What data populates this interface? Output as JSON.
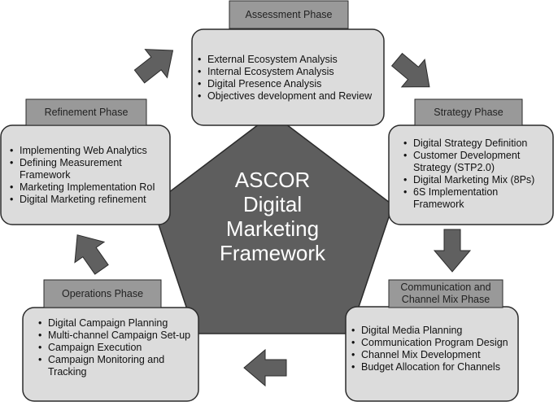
{
  "center": {
    "lines": [
      "ASCOR",
      "Digital",
      "Marketing",
      "Framework"
    ]
  },
  "phases": [
    {
      "label": "Assessment Phase",
      "items": [
        "External Ecosystem Analysis",
        "Internal Ecosystem Analysis",
        "Digital Presence Analysis",
        "Objectives development and Review"
      ]
    },
    {
      "label": "Strategy Phase",
      "items": [
        "Digital Strategy Definition",
        "Customer Development Strategy (STP2.0)",
        "Digital Marketing Mix (8Ps)",
        "6S Implementation Framework"
      ]
    },
    {
      "label": "Communication and Channel Mix Phase",
      "items": [
        "Digital Media Planning",
        "Communication Program Design",
        "Channel Mix Development",
        "Budget Allocation for Channels"
      ]
    },
    {
      "label": "Operations Phase",
      "items": [
        "Digital Campaign Planning",
        "Multi-channel Campaign Set-up",
        "Campaign Execution",
        "Campaign Monitoring and Tracking"
      ]
    },
    {
      "label": "Refinement Phase",
      "items": [
        "Implementing Web Analytics",
        "Defining Measurement Framework",
        "Marketing Implementation RoI",
        "Digital Marketing refinement"
      ]
    }
  ],
  "colors": {
    "pentagon_fill": "#5e5e5e",
    "box_fill": "#dcdcdc",
    "label_fill": "#999999",
    "arrow_fill": "#606060",
    "stroke": "#2b2b2b"
  }
}
